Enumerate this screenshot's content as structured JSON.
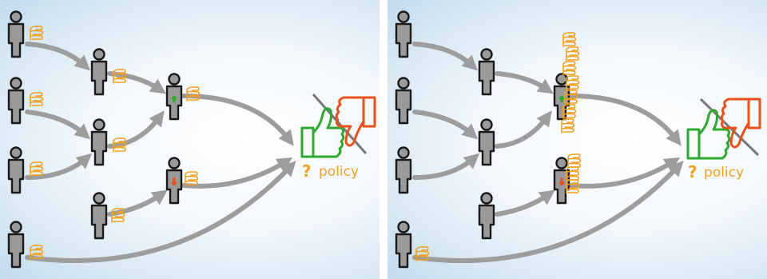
{
  "panels": [
    {
      "id": "left",
      "policy_label": "policy",
      "question_mark": "?"
    },
    {
      "id": "right",
      "policy_label": "policy",
      "question_mark": "?"
    }
  ],
  "colors": {
    "person_fill": "#9a9a9a",
    "person_outline": "#1a1a1a",
    "arrow": "#9d9d9d",
    "thumb_outline": "#f0a020",
    "thumb_up": "#2ea82e",
    "thumb_down": "#e8501c",
    "policy_text": "#f0a020",
    "verdict_green": "#2ea82e",
    "verdict_red": "#e8501c"
  },
  "icons": [
    "person-icon",
    "thumb-icon",
    "thumbs-up-icon",
    "thumbs-down-icon",
    "arrow-icon"
  ]
}
